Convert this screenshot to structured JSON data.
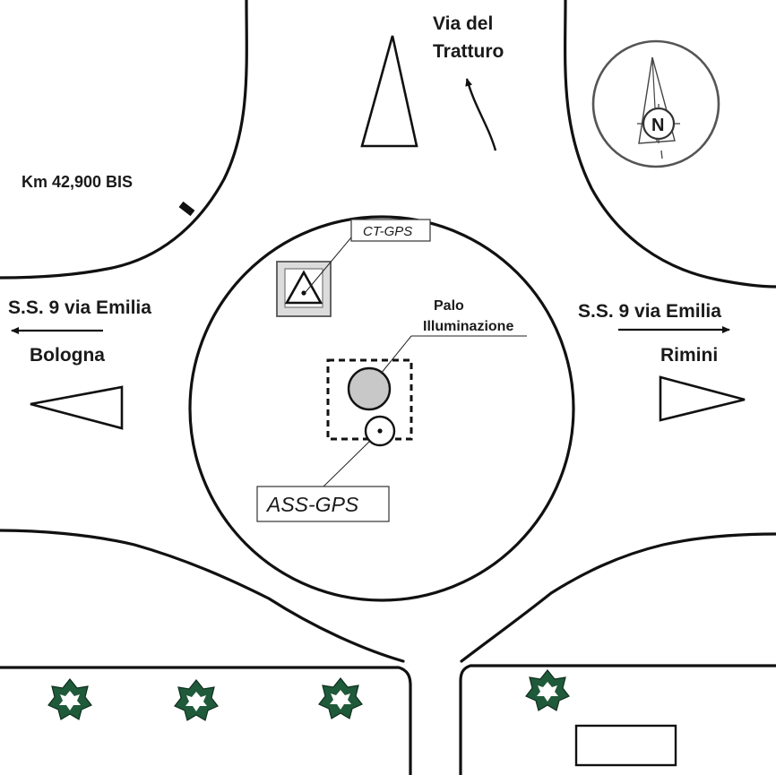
{
  "labels": {
    "top_road_name": [
      "Via del",
      "Tratturo"
    ],
    "west_road_name": "S.S. 9 via Emilia",
    "west_direction": "Bologna",
    "east_road_name": "S.S. 9 via Emilia",
    "east_direction": "Rimini",
    "km_marker": "Km 42,900 BIS",
    "light_pole": [
      "Palo",
      "Illuminazione"
    ],
    "ct_gps": "CT-GPS",
    "ass_gps": "ASS-GPS",
    "north": "N"
  },
  "colors": {
    "road_line": "#111111",
    "pole_fill": "#c8c8c8",
    "marker_fill": "#d9d9d9",
    "tree_dark": "#1f5a3a",
    "tree_light": "#ffffff",
    "compass_ring": "#555555"
  },
  "icons": [
    "north-compass-icon",
    "tree-icon",
    "arrow-left-icon",
    "arrow-right-icon",
    "traffic-island-icon"
  ]
}
